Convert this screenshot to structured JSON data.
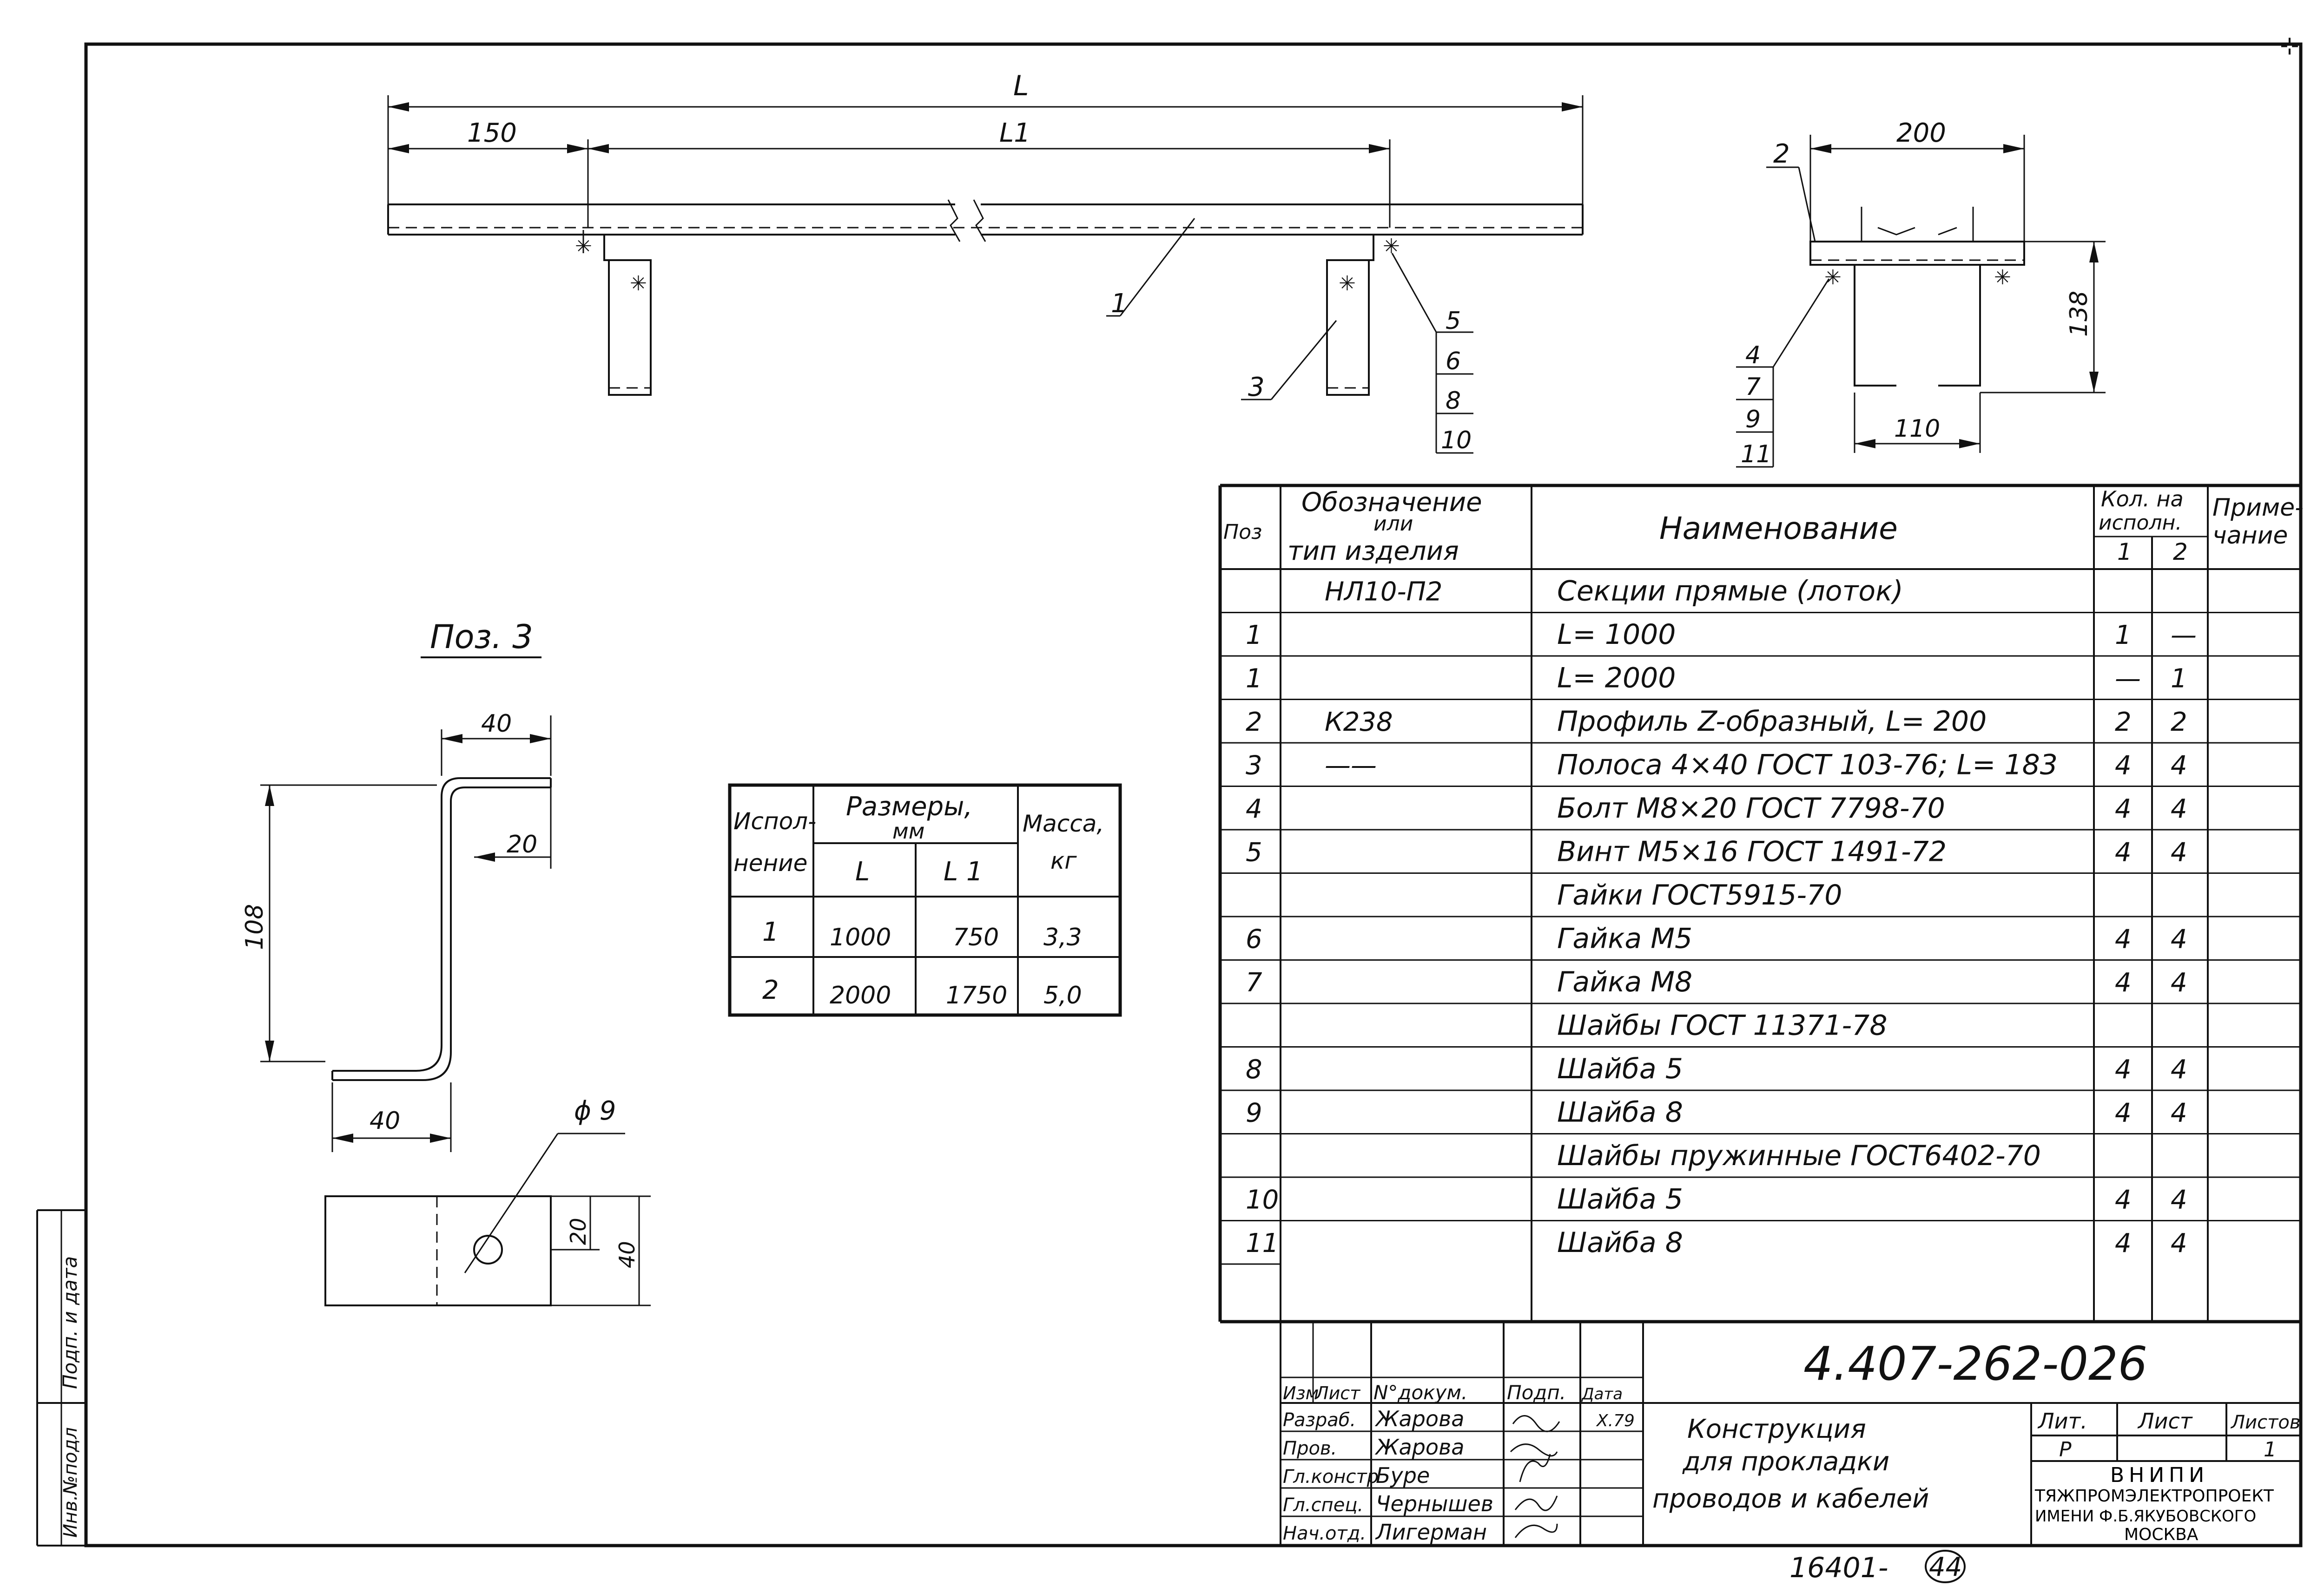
{
  "front_view": {
    "dim_total": "L",
    "dim_offset": "150",
    "dim_inner": "L1",
    "pos_1": "1",
    "pos_3": "3",
    "pos_stack": [
      "5",
      "6",
      "8",
      "10"
    ]
  },
  "end_view": {
    "dim_width": "200",
    "dim_height": "138",
    "dim_bottom": "110",
    "pos_2": "2",
    "pos_stack": [
      "4",
      "7",
      "9",
      "11"
    ]
  },
  "detail_3": {
    "title": "Поз. 3",
    "dim_top": "40",
    "dim_mid": "20",
    "dim_height": "108",
    "dim_bottom": "40",
    "dim_hole": "ϕ 9",
    "dim_hole_pos": "20",
    "dim_strip": "40"
  },
  "variants_table": {
    "h_variant_1": "Испол-",
    "h_variant_2": "нение",
    "h_sizes_1": "Размеры,",
    "h_sizes_2": "мм",
    "h_mass_1": "Масса,",
    "h_mass_2": "кг",
    "h_L": "L",
    "h_L1": "L 1",
    "rows": [
      {
        "variant": "1",
        "L": "1000",
        "L1": "750",
        "mass": "3,3"
      },
      {
        "variant": "2",
        "L": "2000",
        "L1": "1750",
        "mass": "5,0"
      }
    ]
  },
  "spec_table": {
    "h_pos": "Поз",
    "h_designation_1": "Обозначение",
    "h_designation_2": "или",
    "h_designation_3": "тип изделия",
    "h_name": "Наименование",
    "h_qty_1": "Кол. на",
    "h_qty_2": "исполн.",
    "h_qty_v1": "1",
    "h_qty_v2": "2",
    "h_note_1": "Приме-",
    "h_note_2": "чание",
    "rows": [
      {
        "pos": "",
        "des": "НЛ10-П2",
        "name": "Секции прямые (лоток)",
        "q1": "",
        "q2": ""
      },
      {
        "pos": "1",
        "des": "",
        "name": "L= 1000",
        "q1": "1",
        "q2": "—"
      },
      {
        "pos": "1",
        "des": "",
        "name": "L= 2000",
        "q1": "—",
        "q2": "1"
      },
      {
        "pos": "2",
        "des": "К238",
        "name": "Профиль Z-образный,  L= 200",
        "q1": "2",
        "q2": "2"
      },
      {
        "pos": "3",
        "des": "——",
        "name": "Полоса 4×40 ГОСТ 103-76; L= 183",
        "q1": "4",
        "q2": "4"
      },
      {
        "pos": "4",
        "des": "",
        "name": "Болт М8×20 ГОСТ 7798-70",
        "q1": "4",
        "q2": "4"
      },
      {
        "pos": "5",
        "des": "",
        "name": "Винт М5×16 ГОСТ 1491-72",
        "q1": "4",
        "q2": "4"
      },
      {
        "pos": "",
        "des": "",
        "name": "Гайки ГОСТ5915-70",
        "q1": "",
        "q2": ""
      },
      {
        "pos": "6",
        "des": "",
        "name": "Гайка М5",
        "q1": "4",
        "q2": "4"
      },
      {
        "pos": "7",
        "des": "",
        "name": "Гайка М8",
        "q1": "4",
        "q2": "4"
      },
      {
        "pos": "",
        "des": "",
        "name": "Шайбы ГОСТ 11371-78",
        "q1": "",
        "q2": ""
      },
      {
        "pos": "8",
        "des": "",
        "name": "Шайба 5",
        "q1": "4",
        "q2": "4"
      },
      {
        "pos": "9",
        "des": "",
        "name": "Шайба 8",
        "q1": "4",
        "q2": "4"
      },
      {
        "pos": "",
        "des": "",
        "name": "Шайбы пружинные ГОСТ6402-70",
        "q1": "",
        "q2": ""
      },
      {
        "pos": "10",
        "des": "",
        "name": "Шайба 5",
        "q1": "4",
        "q2": "4"
      },
      {
        "pos": "11",
        "des": "",
        "name": "Шайба 8",
        "q1": "4",
        "q2": "4"
      }
    ]
  },
  "title_block": {
    "doc_number": "4.407-262-026",
    "h_izm": "Изм",
    "h_list": "Лист",
    "h_doc": "N°докум.",
    "h_sign": "Подп.",
    "h_date": "Дата",
    "people": [
      {
        "role": "Разраб.",
        "name": "Жарова",
        "date": "X.79"
      },
      {
        "role": "Пров.",
        "name": "Жарова",
        "date": ""
      },
      {
        "role": "Гл.констр",
        "name": "Буре",
        "date": ""
      },
      {
        "role": "Гл.спец.",
        "name": "Чернышев",
        "date": ""
      },
      {
        "role": "Нач.отд.",
        "name": "Лигерман",
        "date": ""
      }
    ],
    "name_1": "Конструкция",
    "name_2": "для прокладки",
    "name_3": "проводов и кабелей",
    "h_lit": "Лит.",
    "h_sheet": "Лист",
    "h_sheets": "Листов",
    "lit": "Р",
    "sheets": "1",
    "org_1": "ВНИПИ",
    "org_2": "ТЯЖПРОМЭЛЕКТРОПРОЕКТ",
    "org_3": "ИМЕНИ Ф.Б.ЯКУБОВСКОГО",
    "org_4": "МОСКВА"
  },
  "side_stamp": {
    "inv": "Инв.№подл",
    "sign": "Подп. и дата"
  },
  "footer_number": "16401-",
  "footer_circled": "44"
}
